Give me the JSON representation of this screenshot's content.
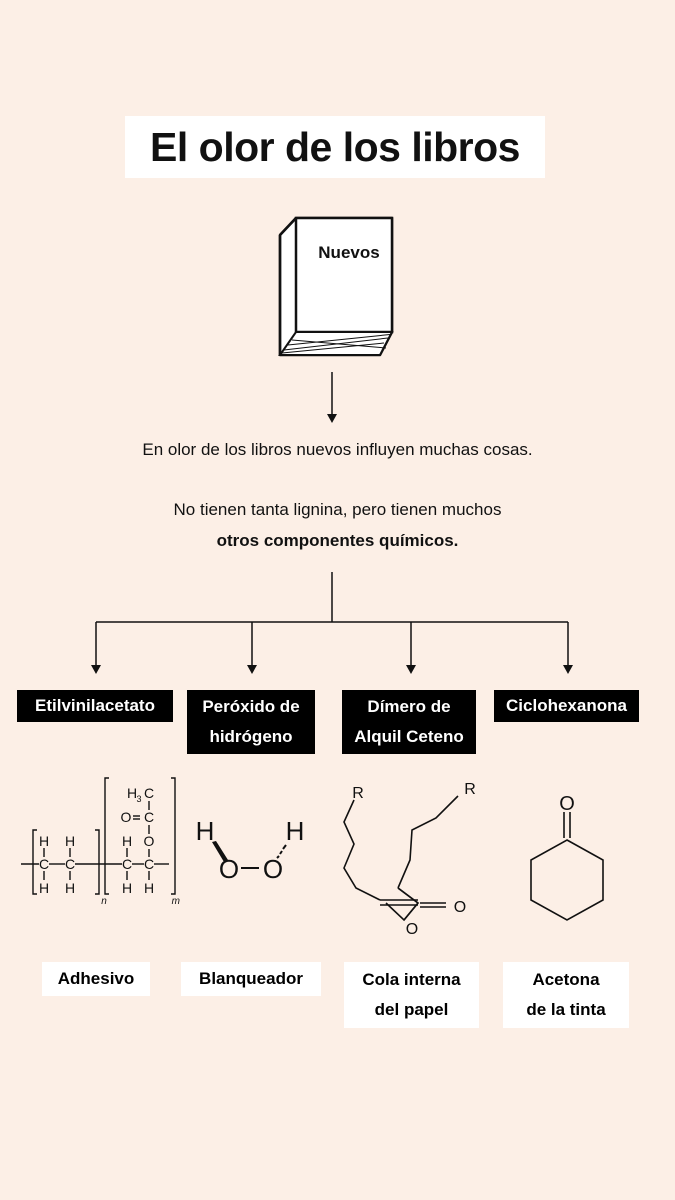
{
  "title": "El olor de los libros",
  "book": {
    "label": "Nuevos"
  },
  "text": {
    "line1": "En olor de los libros nuevos influyen muchas cosas.",
    "line2": "No tienen tanta lignina,  pero tienen muchos",
    "line3_bold": "otros componentes químicos."
  },
  "compounds": [
    {
      "name_line1": "Etilvinilacetato",
      "name_line2": "",
      "use_line1": "Adhesivo",
      "use_line2": ""
    },
    {
      "name_line1": "Peróxido de",
      "name_line2": "hidrógeno",
      "use_line1": "Blanqueador",
      "use_line2": ""
    },
    {
      "name_line1": "Dímero de",
      "name_line2": "Alquil Ceteno",
      "use_line1": "Cola interna",
      "use_line2": "del papel"
    },
    {
      "name_line1": "Ciclohexanona",
      "name_line2": "",
      "use_line1": "Acetona",
      "use_line2": "de la tinta"
    }
  ],
  "structures": {
    "eva": {
      "ch3": "H",
      "sub3": "3",
      "c": "C",
      "o": "O",
      "h": "H",
      "n": "n",
      "m": "m"
    },
    "peroxide": {
      "h": "H",
      "o": "O"
    },
    "akd": {
      "r": "R",
      "o": "O"
    },
    "cyclohexanone": {
      "o": "O"
    }
  },
  "colors": {
    "background": "#fcefe6",
    "label_bg": "#000000",
    "box_bg": "#ffffff"
  }
}
